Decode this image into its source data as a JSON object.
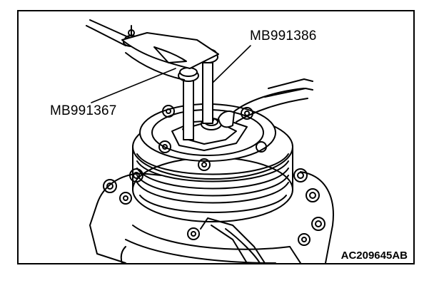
{
  "illustration": {
    "callouts": {
      "puller_tool": "MB991386",
      "holder_tool": "MB991367"
    },
    "figure_id": "AC209645AB"
  },
  "colors": {
    "ink": "#000000",
    "background": "#ffffff"
  },
  "icons": [
    "compressor-clutch-drawing",
    "spanner-handle-icon",
    "puller-bolt-icon"
  ]
}
